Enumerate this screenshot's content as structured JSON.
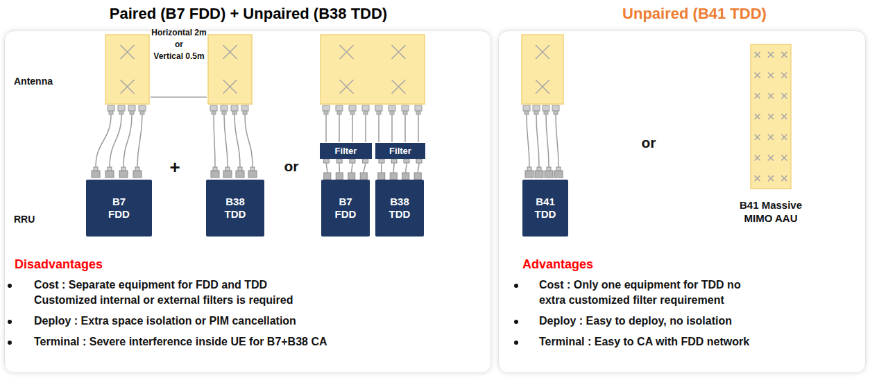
{
  "diagram": {
    "nodes": [
      {
        "text": [
          "Paired (B7 FDD) + Unpaired (B38 TDD)",
          "Disadvantages",
          "Cost : Separate equipment for FDD and TDD",
          "Customized internal or external filters is required",
          "Deploy : Extra space isolation or PIM cancellation",
          "Terminal : Severe interference inside UE for B7+B38 CA"
        ]
      },
      {
        "text": [
          "B7 FDD"
        ],
        "in": 0
      },
      {
        "text": [
          "B38 TDD"
        ],
        "in": 0
      },
      {
        "text": [
          "Filter"
        ],
        "in": 0
      },
      {
        "text": [
          "Filter"
        ],
        "in": 0
      },
      {
        "text": [
          "B7 FDD"
        ],
        "in": 0
      },
      {
        "text": [
          "B38 TDD"
        ],
        "in": 0
      },
      {
        "text": [
          "Unpaired (B41 TDD)",
          "Advantages",
          "Cost : Only one equipment for TDD no",
          "extra customized filter requirement",
          "Deploy : Easy to deploy, no isolation",
          "Terminal : Easy to CA with FDD network"
        ]
      },
      {
        "text": [
          "B41 TDD"
        ],
        "in": 7
      },
      {
        "text": [
          "B41 Massive MIMO AAU"
        ],
        "in": 7
      }
    ],
    "edges": [
      {
        "from": 3,
        "to": 5,
        "arrow": "none"
      },
      {
        "from": 4,
        "to": 6,
        "arrow": "none"
      }
    ],
    "labels": [
      "Antenna",
      "RRU",
      "Horizontal 2m",
      "or",
      "Vertical 0.5m",
      "+",
      "or",
      "or"
    ]
  }
}
